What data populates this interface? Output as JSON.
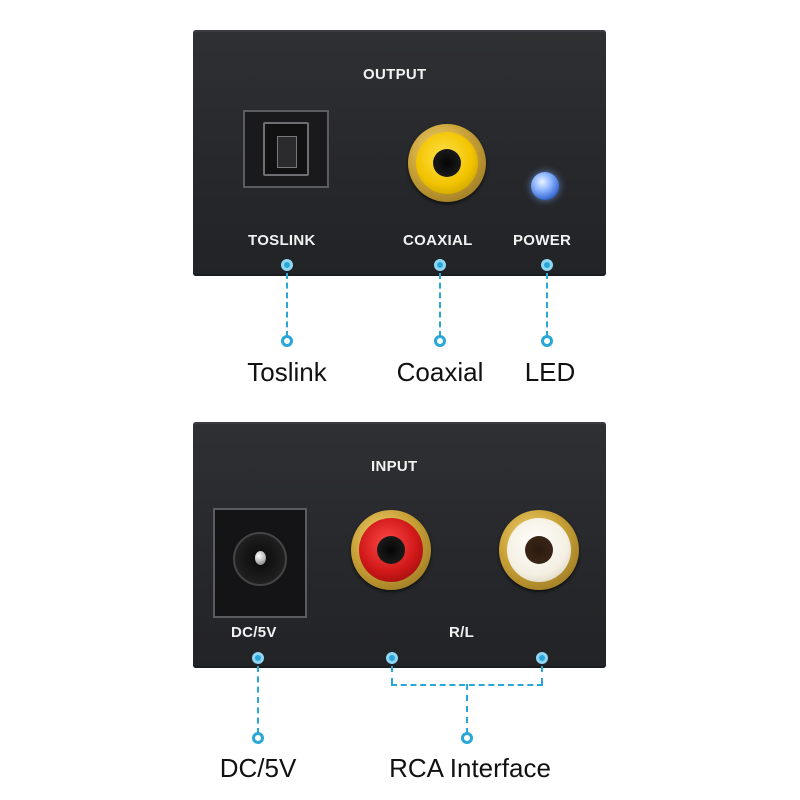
{
  "output_panel": {
    "title": "OUTPUT",
    "labels": {
      "toslink": "TOSLINK",
      "coaxial": "COAXIAL",
      "power": "POWER"
    }
  },
  "input_panel": {
    "title": "INPUT",
    "labels": {
      "dc": "DC/5V",
      "rl": "R/L"
    }
  },
  "captions": {
    "toslink": "Toslink",
    "coaxial": "Coaxial",
    "led": "LED",
    "dc": "DC/5V",
    "rca": "RCA Interface"
  },
  "colors": {
    "callout": "#2aa7d9",
    "panel": "#2a2b2e",
    "coaxial_jack": "#f2c400",
    "red_jack": "#d01818",
    "white_jack": "#f4efe2",
    "led": "#6f9cf5"
  }
}
